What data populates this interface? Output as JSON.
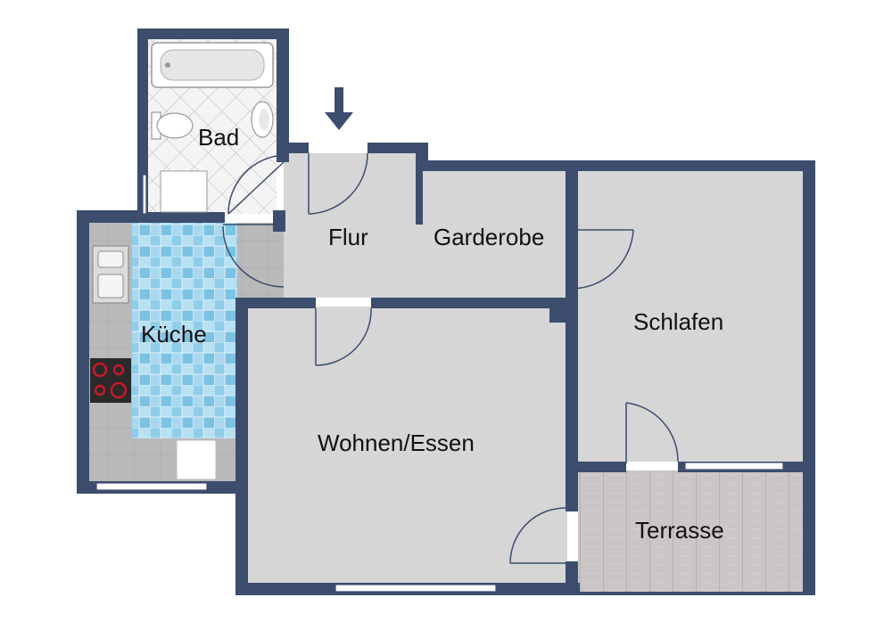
{
  "rooms": {
    "bad": "Bad",
    "flur": "Flur",
    "garderobe": "Garderobe",
    "kueche": "Küche",
    "schlafen": "Schlafen",
    "wohnen": "Wohnen/Essen",
    "terrasse": "Terrasse"
  },
  "icons": {
    "entrance": "entrance-arrow-icon",
    "bathtub": "bathtub-icon",
    "toilet": "toilet-icon",
    "washbasin": "washbasin-icon",
    "sink": "kitchen-sink-icon",
    "stove": "stove-icon"
  },
  "colors": {
    "wall": "#3c4d6e",
    "floor": "#d6d6d6",
    "kitchen_tile": "#8ccbe8",
    "bath_floor": "#f0f0f0",
    "terrace_deck": "#c8c4c4"
  }
}
